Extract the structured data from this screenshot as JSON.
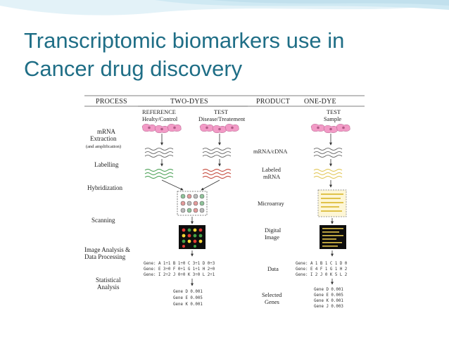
{
  "slide": {
    "title_line1": "Transcriptomic biomarkers use in",
    "title_line2": "Cancer drug discovery"
  },
  "figure": {
    "headers": {
      "process": "PROCESS",
      "two_dyes": "TWO-DYES",
      "product": "PRODUCT",
      "one_dye": "ONE-DYE"
    },
    "subheaders": {
      "reference": "REFERENCE",
      "reference_sub": "Healty/Control",
      "test": "TEST",
      "test_sub": "Disease/Treatement",
      "one_test": "TEST",
      "one_test_sub": "Sample"
    },
    "process_steps": {
      "mrna_1": "mRNA",
      "mrna_2": "Extraction",
      "mrna_3": "(and amplification)",
      "labelling": "Labelling",
      "hybridization": "Hybridization",
      "scanning": "Scanning",
      "image_1": "Image Analysis &",
      "image_2": "Data Processing",
      "stat_1": "Statistical",
      "stat_2": "Analysis"
    },
    "products": {
      "mrna_cdna": "mRNA/cDNA",
      "labeled_1": "Labeled",
      "labeled_2": "mRNA",
      "microarray": "Microarray",
      "digital_1": "Digital",
      "digital_2": "Image",
      "data": "Data",
      "selected_1": "Selected",
      "selected_2": "Genes"
    },
    "two_dye_data_rows": [
      "Gene: A 1÷1  B 1÷0  C 3÷1  D 0÷3",
      "Gene: E 3÷0  F 0÷1  G 1÷1  H 2÷0",
      "Gene: I 2÷2  J 0÷0  K 3÷0  L 2÷1"
    ],
    "two_dye_genes": [
      "Gene D  0.001",
      "Gene E  0.005",
      "Gene K  0.001"
    ],
    "one_dye_data_rows": [
      "Gene: A 1  B 1  C 1  D 0",
      "Gene: E 4  F 1  G 1  H 2",
      "Gene: I 2  J 0  K 5  L 2"
    ],
    "one_dye_genes": [
      "Gene D  0.001",
      "Gene E  0.005",
      "Gene K  0.001",
      "Gene J  0.003"
    ]
  },
  "colors": {
    "title": "#1f6e86",
    "swoosh": "#cfe9f3",
    "cell_pink": "#f29ac6",
    "green_label": "#3f9a4a",
    "red_label": "#c0392b",
    "yellow_label": "#e0c24a"
  }
}
